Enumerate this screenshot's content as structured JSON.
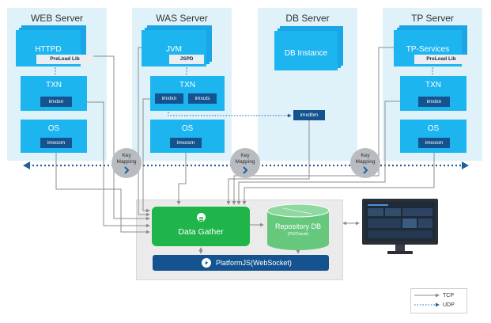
{
  "servers": {
    "web": {
      "title": "WEB Server",
      "app": "HTTPD",
      "lib": "PreLoad Lib",
      "txn": "TXN",
      "txn_agent": "imxtxn",
      "os": "OS",
      "os_agent": "imxosm"
    },
    "was": {
      "title": "WAS Server",
      "app": "JVM",
      "lib": "JSPD",
      "txn": "TXN",
      "txn_agent_1": "imxtxn",
      "txn_agent_2": "imxuts",
      "os": "OS",
      "os_agent": "imxosm"
    },
    "db": {
      "title": "DB Server",
      "app": "DB Instance",
      "db_agent": "imxdbm"
    },
    "tp": {
      "title": "TP Server",
      "app": "TP-Services",
      "lib": "PreLoad Lib",
      "txn": "TXN",
      "txn_agent": "imxtxn",
      "os": "OS",
      "os_agent": "imxosm"
    }
  },
  "key_mapping": {
    "line1": "Key",
    "line2": "Mapping"
  },
  "core": {
    "data_gather": "Data Gather",
    "repository_title": "Repository DB",
    "repository_sub": "(PG/Oracle)",
    "platform": "PlatformJS(WebSocket)"
  },
  "legend": {
    "tcp": "TCP",
    "udp": "UDP"
  },
  "colors": {
    "panel": "#dff2fa",
    "block_blue": "#1cb5ef",
    "agent_dark": "#14538f",
    "gather_green": "#1fb54a",
    "repo_green": "#66c87d",
    "key_mapping_grey": "#b8bcc0",
    "wire_grey": "#8c8c8c",
    "udp_blue": "#1f5f9e"
  }
}
